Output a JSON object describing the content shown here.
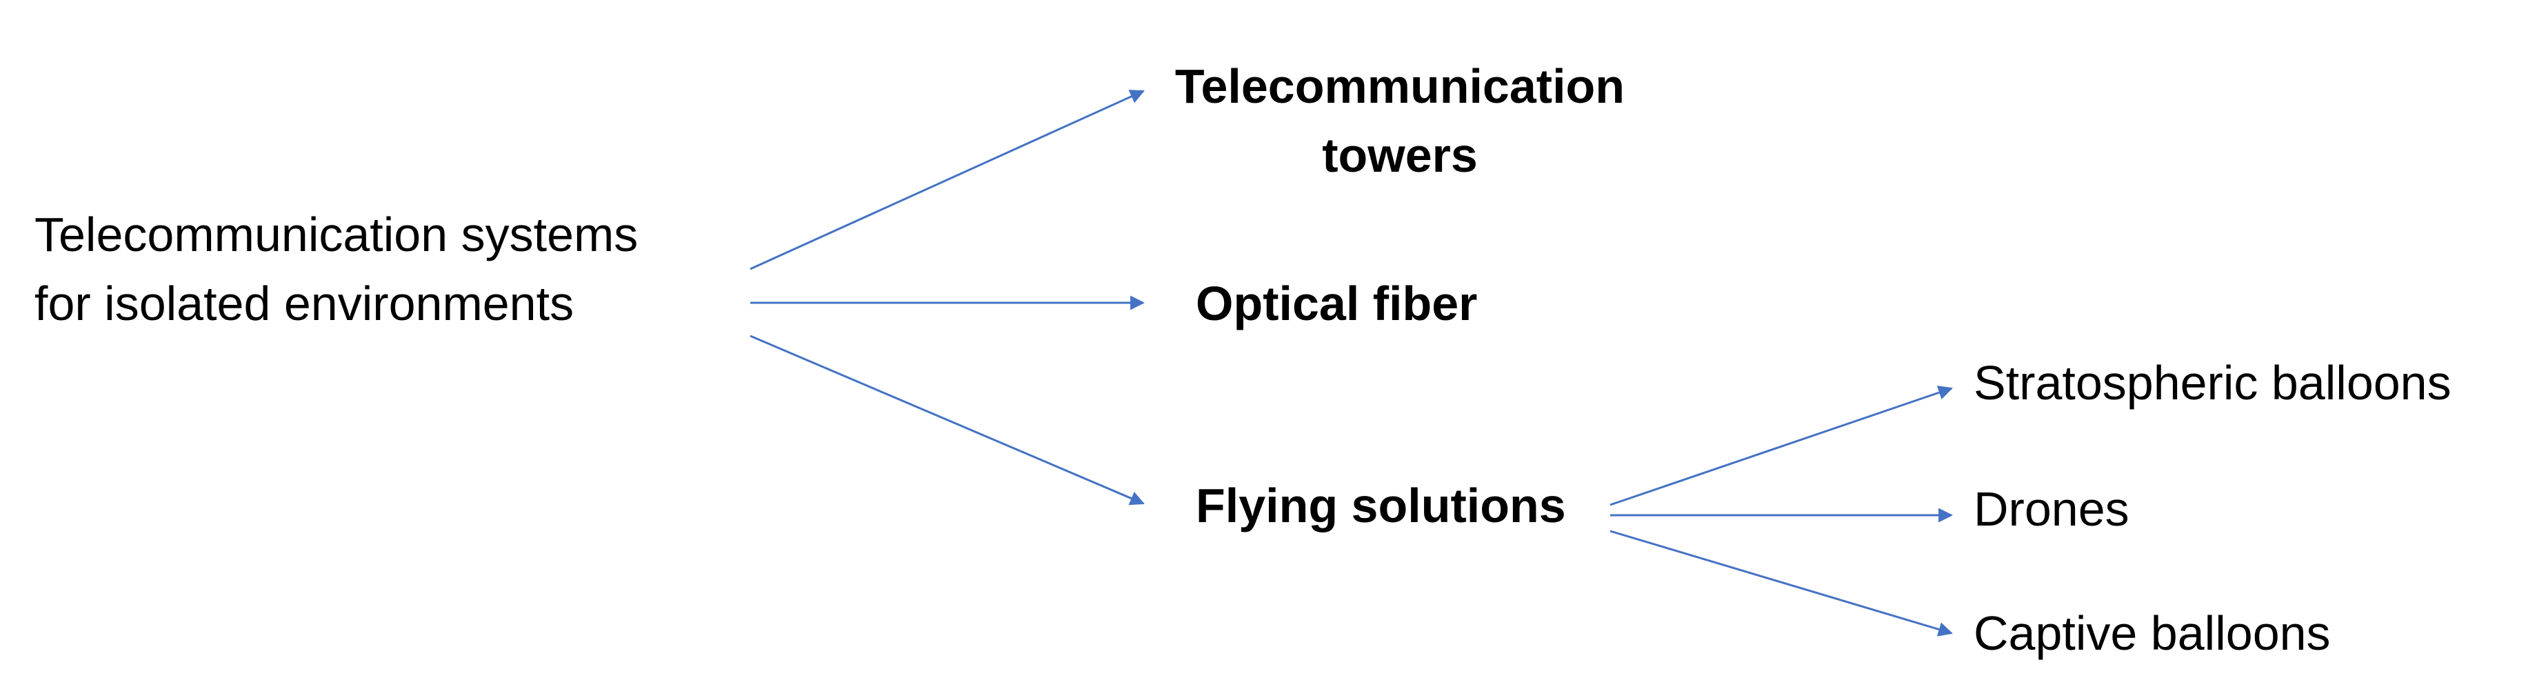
{
  "diagram": {
    "root": {
      "lines": [
        "Telecommunication systems",
        "for isolated environments"
      ]
    },
    "branches": [
      {
        "id": "towers",
        "lines": [
          "Telecommunication",
          "towers"
        ]
      },
      {
        "id": "fiber",
        "lines": [
          "Optical fiber"
        ]
      },
      {
        "id": "flying",
        "lines": [
          "Flying solutions"
        ],
        "children": [
          {
            "id": "strat",
            "label": "Stratospheric balloons"
          },
          {
            "id": "drones",
            "label": "Drones"
          },
          {
            "id": "captive",
            "label": "Captive balloons"
          }
        ]
      }
    ],
    "colors": {
      "arrow": "#4472C4",
      "text": "#000000",
      "background": "#FFFFFF"
    }
  }
}
